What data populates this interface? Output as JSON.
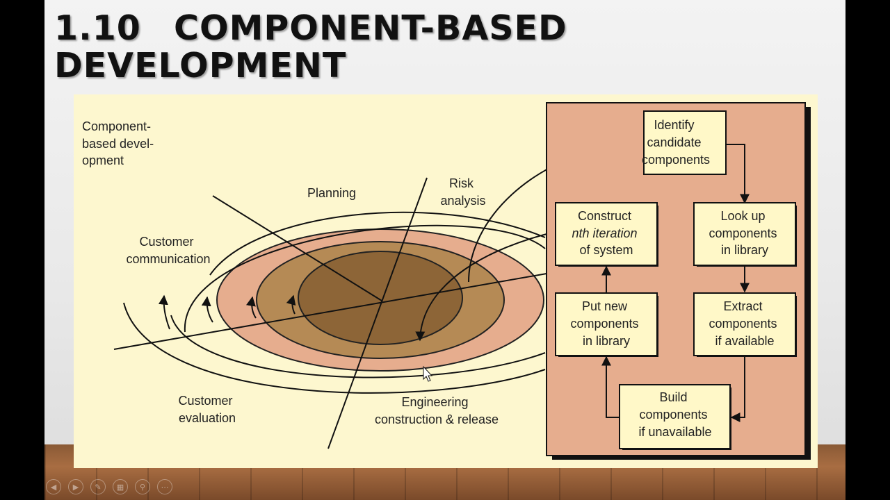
{
  "slide": {
    "title_number": "1.10",
    "title_text": "COMPONENT-BASED DEVELOPMENT"
  },
  "diagram": {
    "caption": [
      "Component-",
      "based devel-",
      "opment"
    ],
    "quadrants": {
      "planning": [
        "Planning"
      ],
      "risk_analysis": [
        "Risk",
        "analysis"
      ],
      "customer_communication": [
        "Customer",
        "communication"
      ],
      "customer_evaluation": [
        "Customer",
        "evaluation"
      ],
      "engineering": [
        "Engineering",
        "construction & release"
      ]
    },
    "boxes": {
      "identify": [
        "Identify",
        "candidate",
        "components"
      ],
      "lookup": [
        "Look up",
        "components",
        "in library"
      ],
      "construct": [
        "Construct",
        "nth iteration",
        "of system"
      ],
      "extract": [
        "Extract",
        "components",
        "if available"
      ],
      "putnew": [
        "Put new",
        "components",
        "in library"
      ],
      "build": [
        "Build",
        "components",
        "if unavailable"
      ]
    }
  },
  "nav_icons": [
    "prev-icon",
    "next-icon",
    "pen-icon",
    "slides-icon",
    "zoom-icon",
    "more-icon"
  ],
  "colors": {
    "panel": "#fdf7cf",
    "ring_outer": "#e6ad8e",
    "ring_middle": "#b58a55",
    "ring_inner": "#8d6537",
    "box_fill": "#fff8c8",
    "process_panel": "#e6ad8e"
  }
}
